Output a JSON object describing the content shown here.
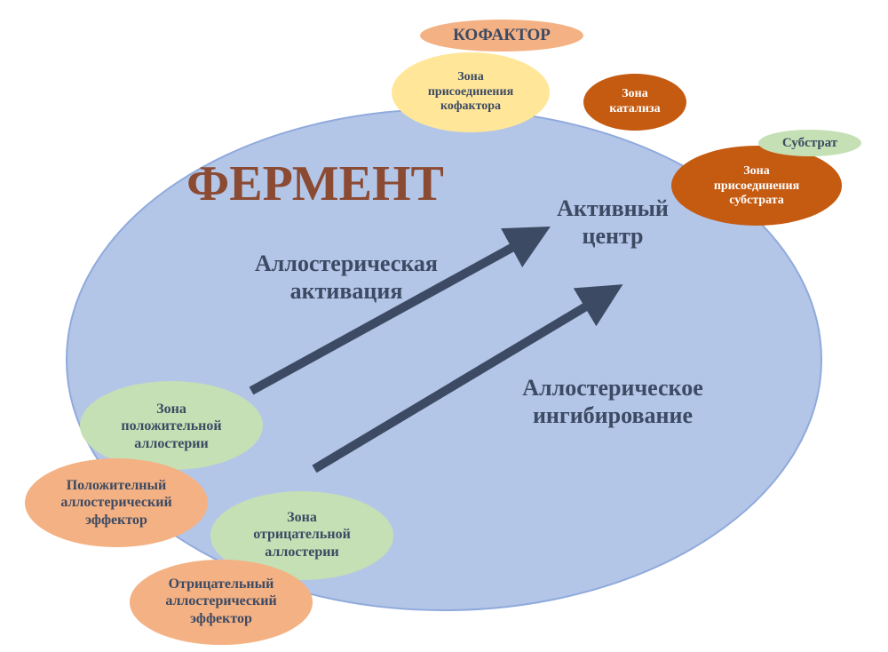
{
  "colors": {
    "enzyme_fill": "#b4c6e7",
    "enzyme_stroke": "#8faadc",
    "title": "#8b4a32",
    "text_dark": "#3c4a63",
    "arrow": "#3c4a63",
    "orange_light": "#f4b183",
    "orange_dark": "#c55a11",
    "yellow": "#ffe699",
    "green": "#c5e0b4"
  },
  "diagram": {
    "title": "ФЕРМЕНТ",
    "active_center": "Активный\nцентр",
    "activation_label": "Аллостерическая\nактивация",
    "inhibition_label": "Аллостерическое\nингибирование",
    "cofactor": "КОФАКТОР",
    "cofactor_zone": "Зона\nприсоединения\nкофактора",
    "catalysis_zone": "Зона\nкатализа",
    "substrate": "Субстрат",
    "substrate_zone": "Зона\nприсоединения\nсубстрата",
    "positive_zone": "Зона\nположительной\nаллостерии",
    "positive_effector": "Положителный\nаллостерический\nэффектор",
    "negative_zone": "Зона\nотрицательной\nаллостерии",
    "negative_effector": "Отрицательный\nаллостерический\nэффектор"
  }
}
